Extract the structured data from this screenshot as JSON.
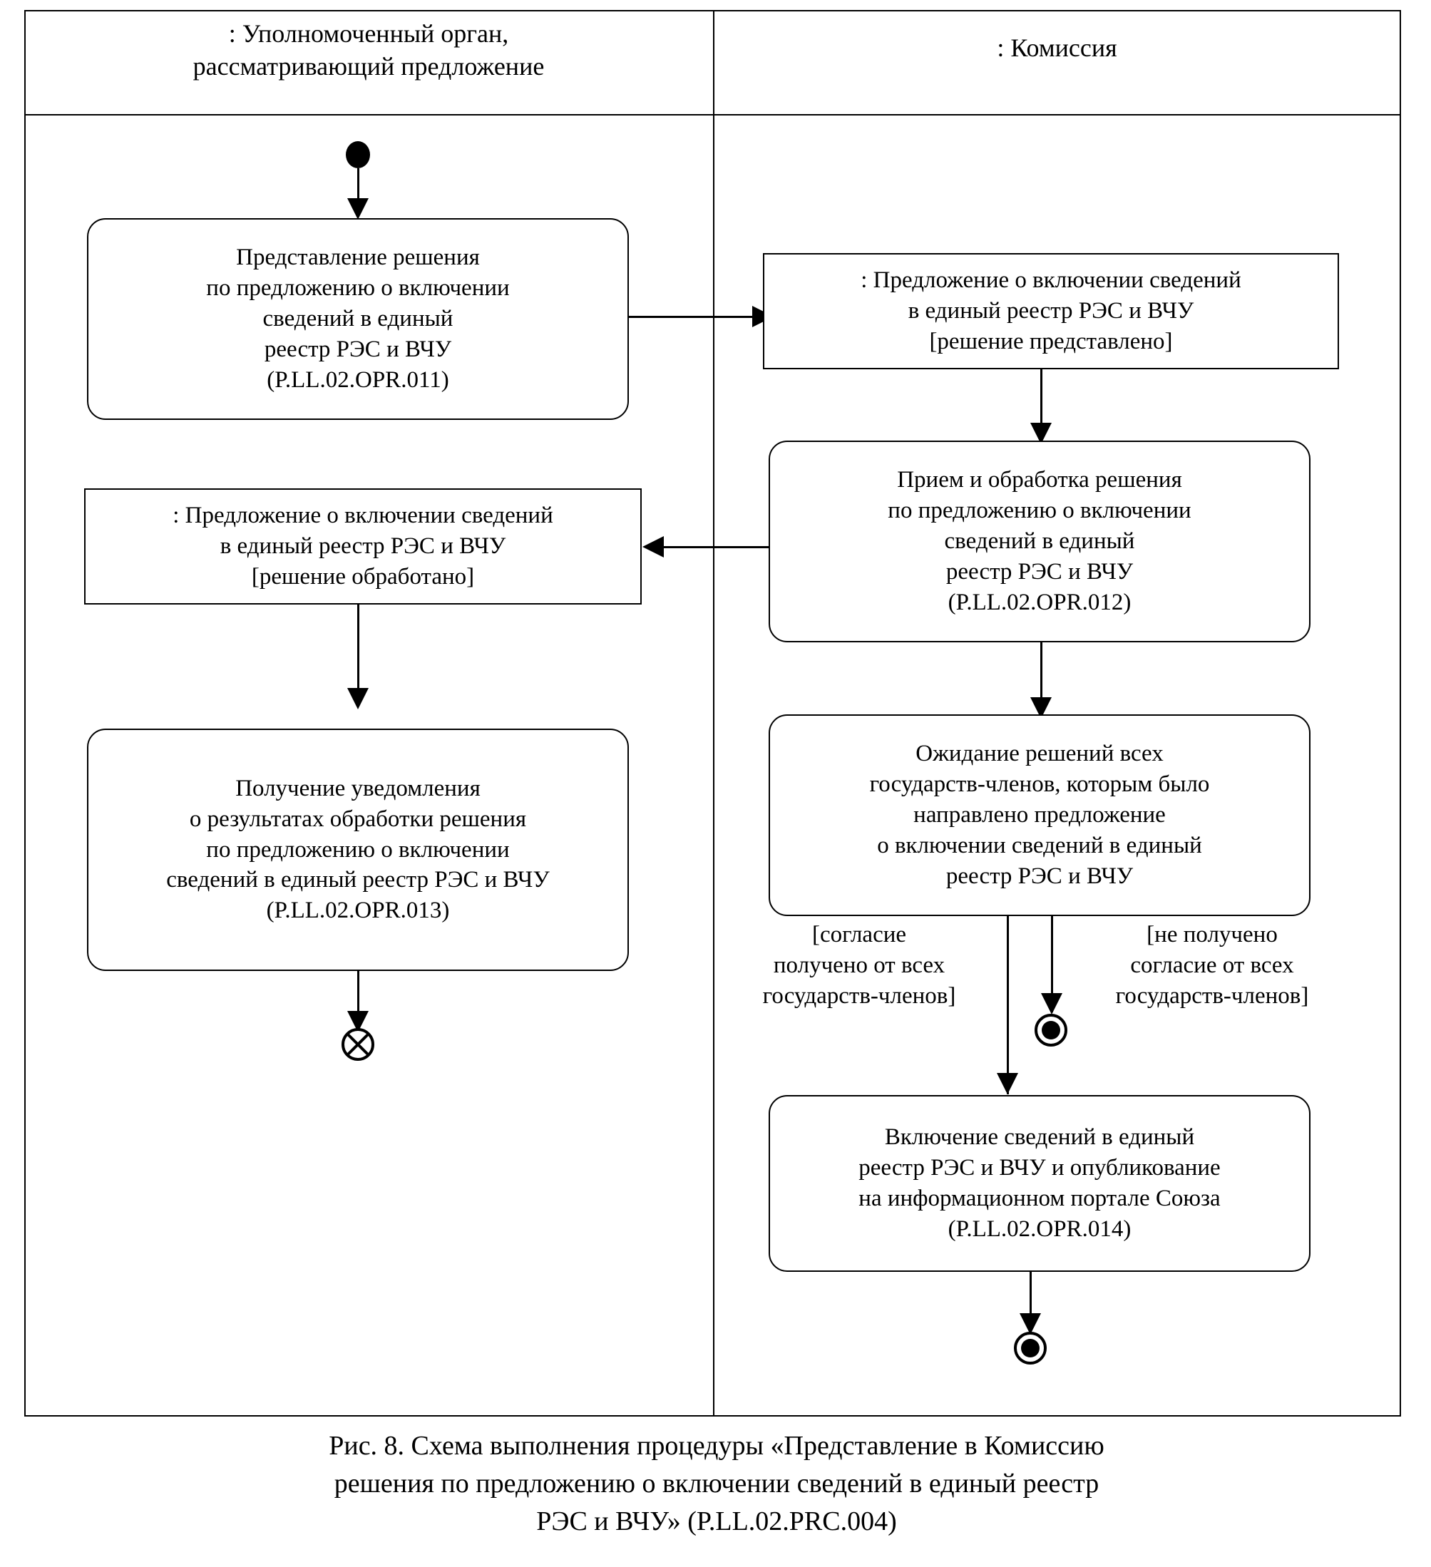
{
  "diagram": {
    "type": "uml-activity-diagram",
    "lanes": [
      {
        "id": "authority",
        "title": ": Уполномоченный орган,\nрассматривающий предложение"
      },
      {
        "id": "commission",
        "title": ": Комиссия"
      }
    ],
    "nodes": {
      "start": {
        "kind": "initial-node"
      },
      "action_011": {
        "kind": "action",
        "lane": "authority",
        "label": "Представление решения\nпо предложению о включении\nсведений в единый\nреестр РЭС и ВЧУ\n(P.LL.02.OPR.011)"
      },
      "object_submitted": {
        "kind": "object-node",
        "lane": "commission",
        "label": ": Предложение о включении сведений\nв единый реестр РЭС и ВЧУ\n[решение представлено]"
      },
      "action_012": {
        "kind": "action",
        "lane": "commission",
        "label": "Прием и обработка решения\nпо предложению о включении\nсведений в единый\nреестр РЭС и ВЧУ\n(P.LL.02.OPR.012)"
      },
      "object_processed": {
        "kind": "object-node",
        "lane": "authority",
        "label": ": Предложение о включении сведений\nв единый реестр РЭС и ВЧУ\n[решение обработано]"
      },
      "action_013": {
        "kind": "action",
        "lane": "authority",
        "label": "Получение уведомления\nо результатах обработки решения\nпо предложению о включении\nсведений в единый реестр РЭС и ВЧУ\n(P.LL.02.OPR.013)"
      },
      "action_wait": {
        "kind": "action",
        "lane": "commission",
        "label": "Ожидание решений всех\nгосударств-членов, которым было\nнаправлено предложение\nо включении сведений в единый\nреестр РЭС и ВЧУ"
      },
      "action_014": {
        "kind": "action",
        "lane": "commission",
        "label": "Включение сведений в единый\nреестр РЭС и ВЧУ и опубликование\nна информационном портале Союза\n(P.LL.02.OPR.014)"
      },
      "flow_final_left": {
        "kind": "flow-final-node",
        "lane": "authority"
      },
      "final_reject": {
        "kind": "activity-final-node",
        "lane": "commission"
      },
      "final_success": {
        "kind": "activity-final-node",
        "lane": "commission"
      }
    },
    "guards": {
      "consent_all": "[согласие\nполучено от всех\nгосударств-членов]",
      "consent_missing": "[не получено\nсогласие от всех\nгосударств-членов]"
    }
  },
  "caption": {
    "text": "Рис. 8. Схема выполнения процедуры «Представление в Комиссию\nрешения по предложению о включении сведений в единый реестр\nРЭС и ВЧУ» (P.LL.02.PRC.004)"
  },
  "colors": {
    "stroke": "#000000",
    "background": "#ffffff"
  }
}
